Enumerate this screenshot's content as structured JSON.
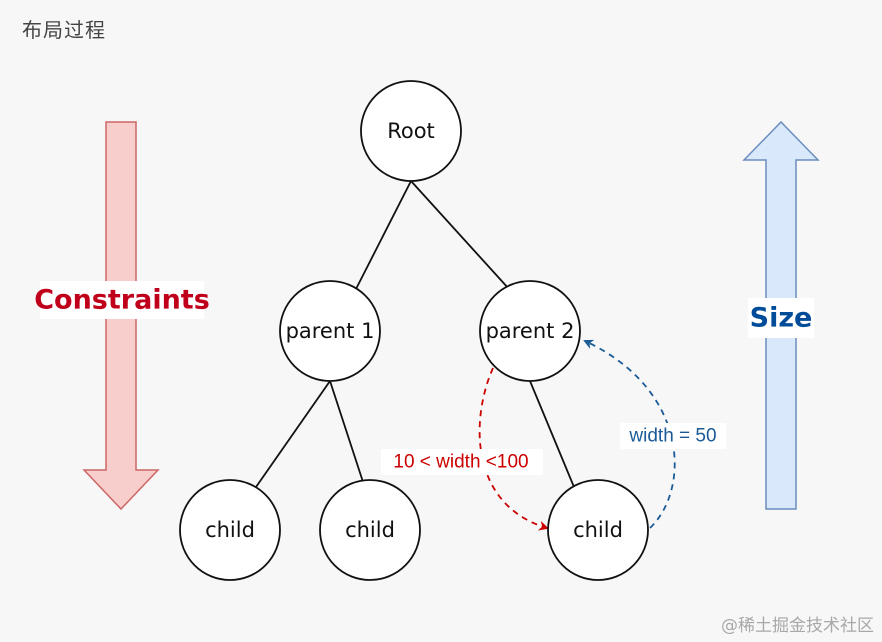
{
  "title": "布局过程",
  "nodes": {
    "root": "Root",
    "parent1": "parent 1",
    "parent2": "parent 2",
    "child1": "child",
    "child2": "child",
    "child3": "child"
  },
  "labels": {
    "constraints": "Constraints",
    "size": "Size",
    "constraint_range": "10 < width <100",
    "size_value": "width = 50"
  },
  "watermark": "@稀土掘金技术社区",
  "colors": {
    "constraints_red": "#c0001a",
    "constraints_arrow_fill": "#f8cecc",
    "constraints_arrow_stroke": "#cc6666",
    "size_blue": "#004c99",
    "size_arrow_fill": "#dae8fc",
    "size_arrow_stroke": "#6c8ebf",
    "dashed_red": "#cc0000",
    "dashed_blue": "#1a5a96"
  }
}
